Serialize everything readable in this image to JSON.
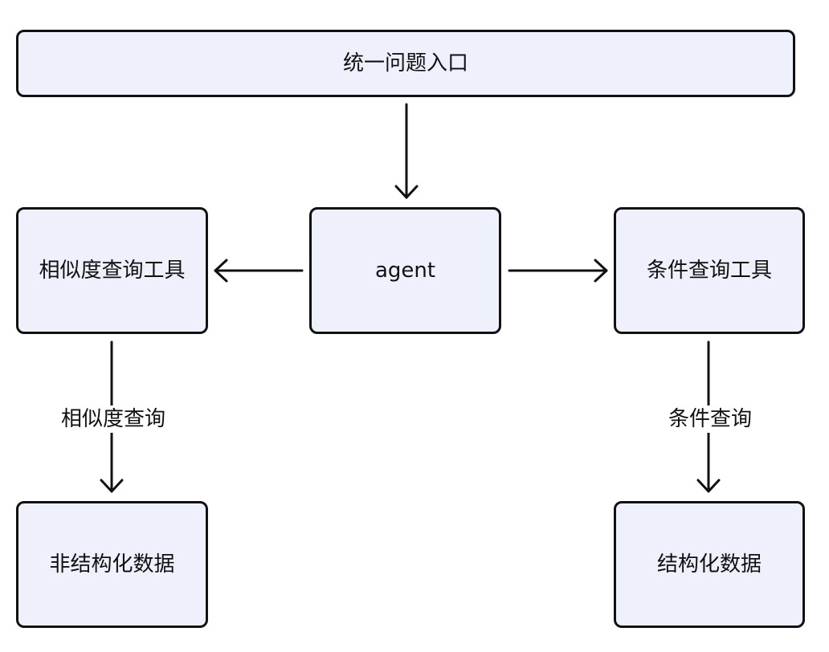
{
  "colors": {
    "node_fill": "#eef1fb",
    "stroke": "#111111"
  },
  "nodes": {
    "entry": "统一问题入口",
    "agent": "agent",
    "similarity_tool": "相似度查询工具",
    "condition_tool": "条件查询工具",
    "unstructured_data": "非结构化数据",
    "structured_data": "结构化数据"
  },
  "edge_labels": {
    "similarity_query": "相似度查询",
    "condition_query": "条件查询"
  }
}
